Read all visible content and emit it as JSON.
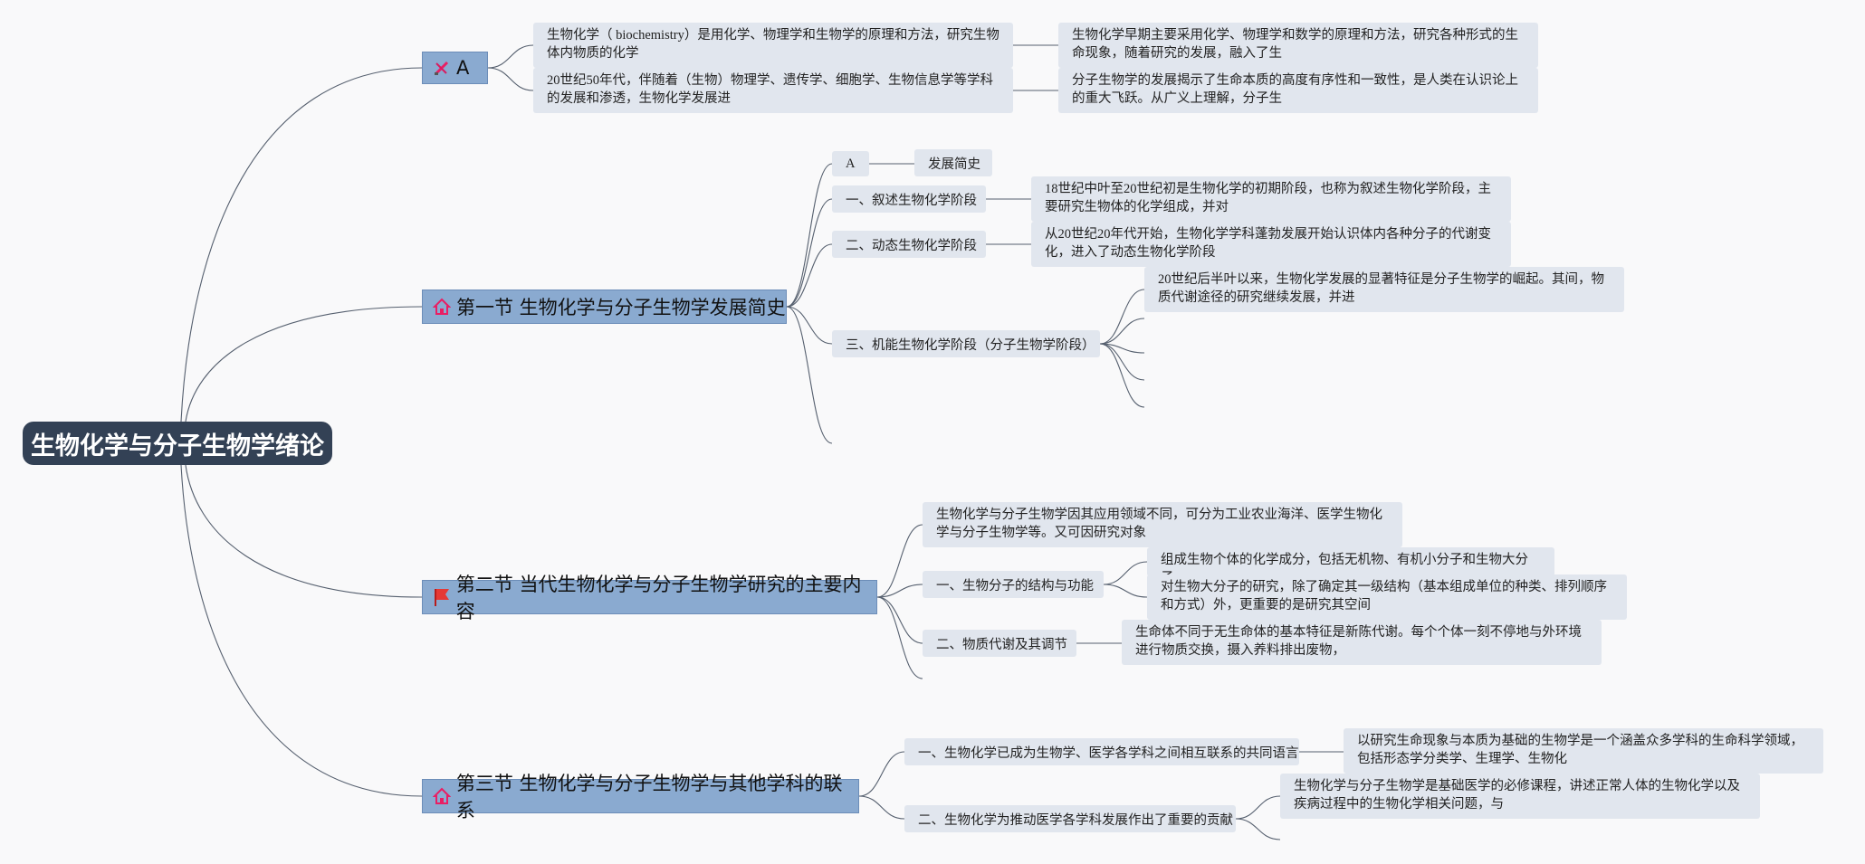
{
  "root": {
    "label": "生物化学与分子生物学绪论"
  },
  "branch_a": {
    "label": "A",
    "icon": "pencil-ruler-icon",
    "items": [
      {
        "text": "生物化学（ biochemistry）是用化学、物理学和生物学的原理和方法，研究生物体内物质的化学",
        "child": "生物化学早期主要采用化学、物理学和数学的原理和方法，研究各种形式的生命现象，随着研究的发展，融入了生"
      },
      {
        "text": "20世纪50年代，伴随着（生物）物理学、遗传学、细胞学、生物信息学等学科的发展和渗透，生物化学发展进",
        "child": "分子生物学的发展揭示了生命本质的高度有序性和一致性，是人类在认识论上的重大飞跃。从广义上理解，分子生"
      }
    ]
  },
  "section1": {
    "label": "第一节 生物化学与分子生物学发展简史",
    "icon": "house-icon",
    "a_label": "A",
    "a_child": "发展简史",
    "stage1": "一、叙述生物化学阶段",
    "stage1_text": "18世纪中叶至20世纪初是生物化学的初期阶段，也称为叙述生物化学阶段，主要研究生物体的化学组成，并对",
    "stage2": "二、动态生物化学阶段",
    "stage2_text": "从20世纪20年代开始，生物化学学科蓬勃发展开始认识体内各种分子的代谢变化，进入了动态生物化学阶段",
    "stage3": "三、机能生物化学阶段（分子生物学阶段）",
    "stage3_text": "20世纪后半叶以来，生物化学发展的显著特征是分子生物学的崛起。其间，物质代谢途径的研究继续发展，并进"
  },
  "section2": {
    "label": "第二节 当代生物化学与分子生物学研究的主要内容",
    "icon": "red-flag-icon",
    "intro": "生物化学与分子生物学因其应用领域不同，可分为工业农业海洋、医学生物化学与分子生物学等。又可因研究对象",
    "sub1": "一、生物分子的结构与功能",
    "sub1_a": "组成生物个体的化学成分，包括无机物、有机小分子和生物大分子。",
    "sub1_b": "对生物大分子的研究，除了确定其一级结构（基本组成单位的种类、排列顺序和方式）外，更重要的是研究其空间",
    "sub2": "二、物质代谢及其调节",
    "sub2_text": "生命体不同于无生命体的基本特征是新陈代谢。每个个体一刻不停地与外环境进行物质交换，摄入养料排出废物，"
  },
  "section3": {
    "label": "第三节 生物化学与分子生物学与其他学科的联系",
    "icon": "house-icon",
    "sub1": "一、生物化学已成为生物学、医学各学科之间相互联系的共同语言",
    "sub1_text": "以研究生命现象与本质为基础的生物学是一个涵盖众多学科的生命科学领域，包括形态学分类学、生理学、生物化",
    "sub2": "二、生物化学为推动医学各学科发展作出了重要的贡献",
    "sub2_text": "生物化学与分子生物学是基础医学的必修课程，讲述正常人体的生物化学以及疾病过程中的生物化学相关问题，与"
  },
  "colors": {
    "root_bg": "#334155",
    "l1_bg": "#8aaad0",
    "leaf_bg": "#e1e6ee",
    "line": "#555f6e",
    "accent_red": "#d32f2f",
    "accent_pink": "#e91e63"
  }
}
